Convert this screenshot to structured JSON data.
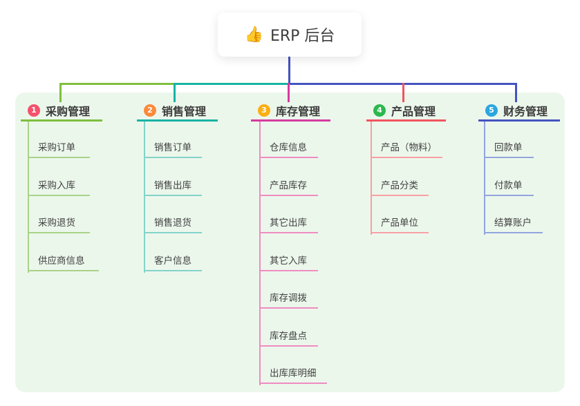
{
  "root": {
    "emoji": "👍",
    "label": "ERP 后台"
  },
  "canvas": {
    "panel_bg": "#ecf7ec",
    "root_line_color": "#4353c0"
  },
  "branches": [
    {
      "index": "1",
      "label": "采购管理",
      "badge_color": "#f5516c",
      "line_color": "#7ebf3f",
      "child_line_color": "#a8d387",
      "children": [
        "采购订单",
        "采购入库",
        "采购退货",
        "供应商信息"
      ]
    },
    {
      "index": "2",
      "label": "销售管理",
      "badge_color": "#fb8b3c",
      "line_color": "#17b3a3",
      "child_line_color": "#83d3c9",
      "children": [
        "销售订单",
        "销售出库",
        "销售退货",
        "客户信息"
      ]
    },
    {
      "index": "3",
      "label": "库存管理",
      "badge_color": "#fbaf14",
      "line_color": "#d63a9e",
      "child_line_color": "#ef8cc1",
      "children": [
        "仓库信息",
        "产品库存",
        "其它出库",
        "其它入库",
        "库存调拨",
        "库存盘点",
        "出库库明细"
      ]
    },
    {
      "index": "4",
      "label": "产品管理",
      "badge_color": "#2db84d",
      "line_color": "#f1545e",
      "child_line_color": "#f7a0a4",
      "children": [
        "产品（物料）",
        "产品分类",
        "产品单位"
      ]
    },
    {
      "index": "5",
      "label": "财务管理",
      "badge_color": "#2ba6de",
      "line_color": "#4353c0",
      "child_line_color": "#93a5de",
      "children": [
        "回款单",
        "付款单",
        "结算账户"
      ]
    }
  ]
}
